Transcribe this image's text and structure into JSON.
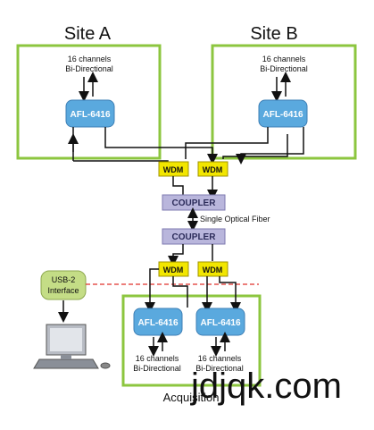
{
  "site_a": {
    "title": "Site A",
    "channels": "16 channels",
    "mode": "Bi-Directional",
    "board": "AFL-6416"
  },
  "site_b": {
    "title": "Site B",
    "channels": "16 channels",
    "mode": "Bi-Directional",
    "board": "AFL-6416"
  },
  "wdm_label": "WDM",
  "coupler_label": "COUPLER",
  "fiber_label": "Single Optical Fiber",
  "usb": {
    "line1": "USB-2",
    "line2": "Interface"
  },
  "acquisition": {
    "title": "Acquisition",
    "board_left": "AFL-6416",
    "board_right": "AFL-6416",
    "left_channels": "16 channels",
    "left_mode": "Bi-Directional",
    "right_channels": "16 channels",
    "right_mode": "Bi-Directional"
  },
  "watermark": "jdjqk.com",
  "colors": {
    "site_border": "#8cc63f",
    "board_fill": "#5aa9de",
    "wdm_fill": "#f2e600",
    "coupler_fill": "#b9b6dc",
    "usb_fill": "#c4dd86",
    "link_dashed": "#e0302a"
  }
}
